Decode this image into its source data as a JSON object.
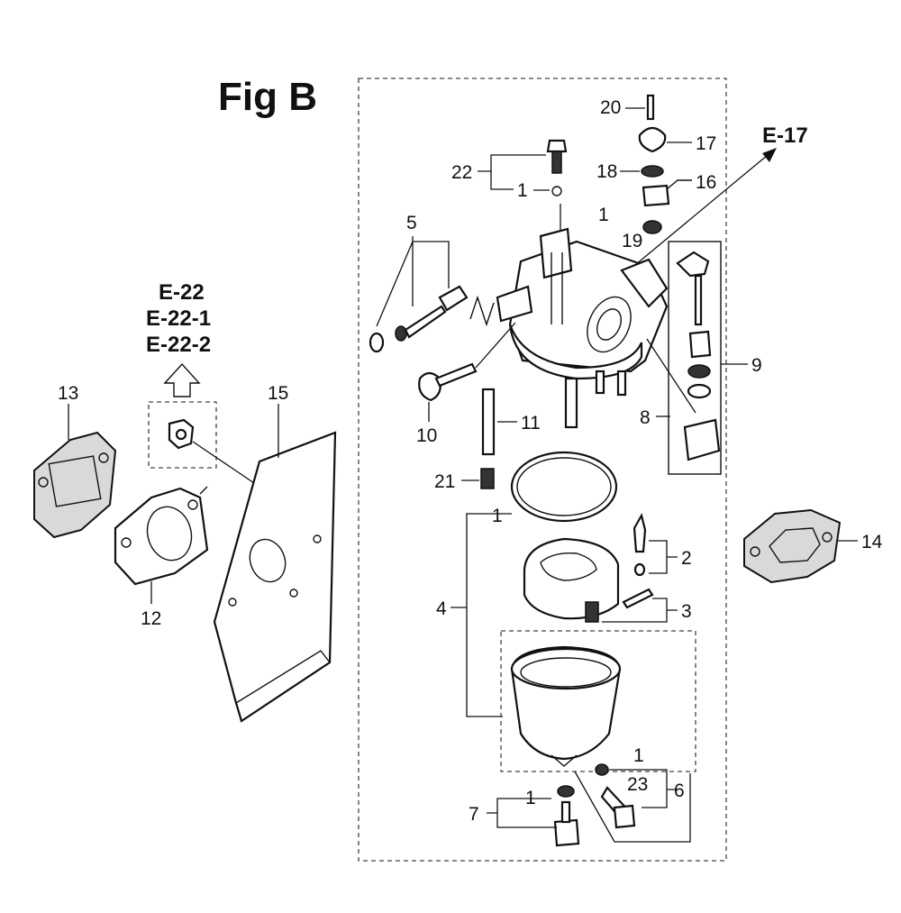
{
  "figure": {
    "title": "Fig B"
  },
  "references": {
    "e17": "E-17",
    "e22": "E-22",
    "e22_1": "E-22-1",
    "e22_2": "E-22-2"
  },
  "callouts": {
    "c1a": "1",
    "c1b": "1",
    "c1c": "1",
    "c1d": "1",
    "c1e": "1",
    "c2": "2",
    "c3": "3",
    "c4": "4",
    "c5": "5",
    "c6": "6",
    "c7": "7",
    "c8": "8",
    "c9": "9",
    "c10": "10",
    "c11": "11",
    "c12": "12",
    "c13": "13",
    "c14": "14",
    "c15": "15",
    "c16": "16",
    "c17": "17",
    "c18": "18",
    "c19": "19",
    "c20": "20",
    "c21": "21",
    "c22": "22",
    "c23": "23"
  }
}
